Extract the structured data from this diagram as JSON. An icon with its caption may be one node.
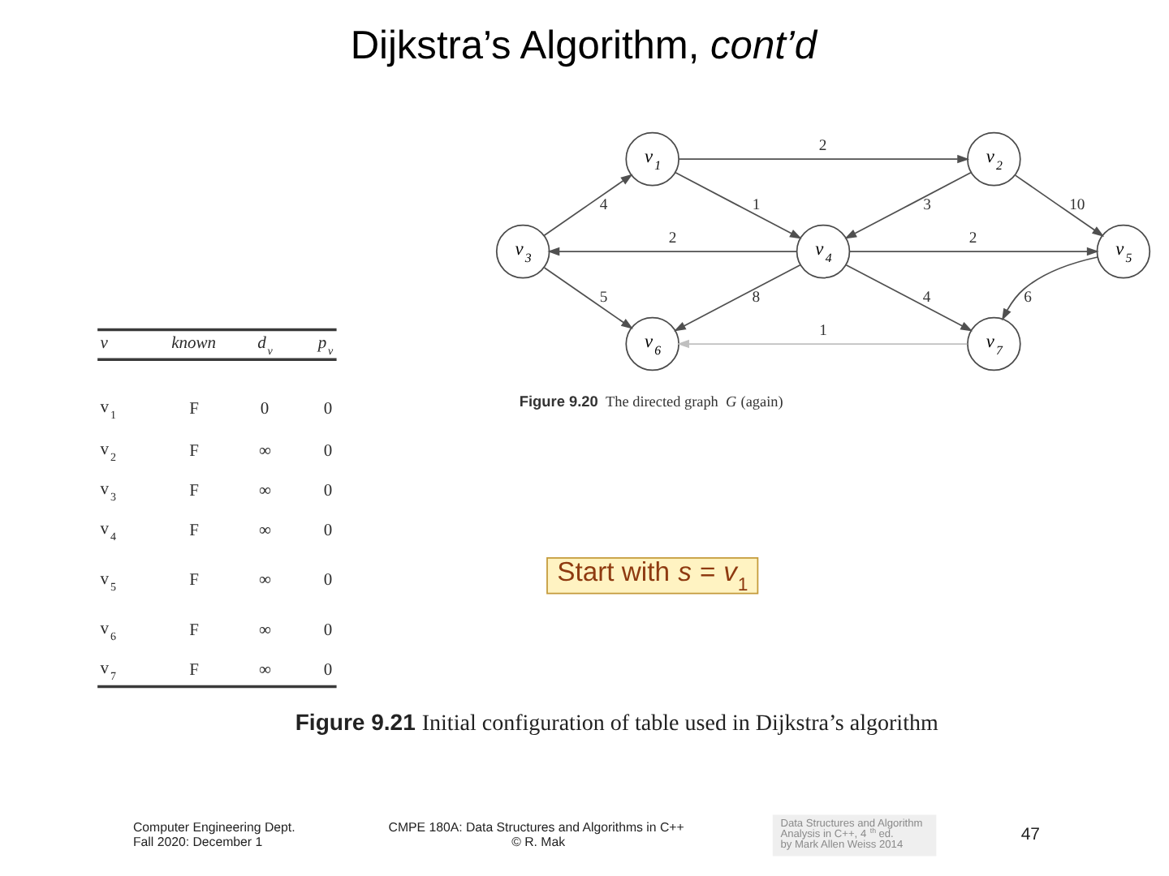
{
  "diagram": {
    "title": "Dijkstra’s Algorithm, *cont’d*",
    "nodes": [
      {
        "text": [
          "v$_{1}$"
        ]
      },
      {
        "text": [
          "v$_{2}$"
        ]
      },
      {
        "text": [
          "v$_{3}$"
        ]
      },
      {
        "text": [
          "v$_{4}$"
        ]
      },
      {
        "text": [
          "v$_{5}$"
        ]
      },
      {
        "text": [
          "v$_{6}$"
        ]
      },
      {
        "text": [
          "v$_{7}$"
        ]
      },
      {
        "text": [
          "Start with *s* = *v*$_{1}$"
        ]
      }
    ],
    "edges": [
      {
        "from": 0,
        "to": 1,
        "arrow": "to",
        "label": "2"
      },
      {
        "from": 2,
        "to": 0,
        "arrow": "to",
        "label": "4"
      },
      {
        "from": 0,
        "to": 3,
        "arrow": "to",
        "label": "1"
      },
      {
        "from": 1,
        "to": 3,
        "arrow": "to",
        "label": "3"
      },
      {
        "from": 1,
        "to": 4,
        "arrow": "to",
        "label": "10"
      },
      {
        "from": 3,
        "to": 2,
        "arrow": "to",
        "label": "2"
      },
      {
        "from": 3,
        "to": 4,
        "arrow": "to",
        "label": "2"
      },
      {
        "from": 2,
        "to": 5,
        "arrow": "to",
        "label": "5"
      },
      {
        "from": 3,
        "to": 5,
        "arrow": "to",
        "label": "8"
      },
      {
        "from": 3,
        "to": 6,
        "arrow": "to",
        "label": "4"
      },
      {
        "from": 4,
        "to": 6,
        "arrow": "to",
        "label": "6"
      },
      {
        "from": 6,
        "to": 5,
        "arrow": "to",
        "label": "1",
        "color": "#c0c0c0"
      }
    ],
    "labels": [
      "**Figure 9.20** The directed graph *G* (again)",
      "v",
      "known",
      "d$_{v}$",
      "p$_{v}$",
      "v$_{1}$",
      "F",
      "0",
      "0",
      "v$_{2}$",
      "F",
      "∞",
      "0",
      "v$_{3}$",
      "F",
      "∞",
      "0",
      "v$_{4}$",
      "F",
      "∞",
      "0",
      "v$_{5}$",
      "F",
      "∞",
      "0",
      "v$_{6}$",
      "F",
      "∞",
      "0",
      "v$_{7}$",
      "F",
      "∞",
      "0",
      "**Figure 9.21** Initial configuration of table used in Dijkstra’s algorithm",
      "Computer Engineering Dept. Fall 2020: December 1",
      "CMPE 180A: Data Structures and Algorithms in C++ © R. Mak",
      "Data Structures and Algorithm Analysis in C++, 4$^{th}$ ed. by Mark Allen Weiss 2014",
      "47"
    ]
  }
}
